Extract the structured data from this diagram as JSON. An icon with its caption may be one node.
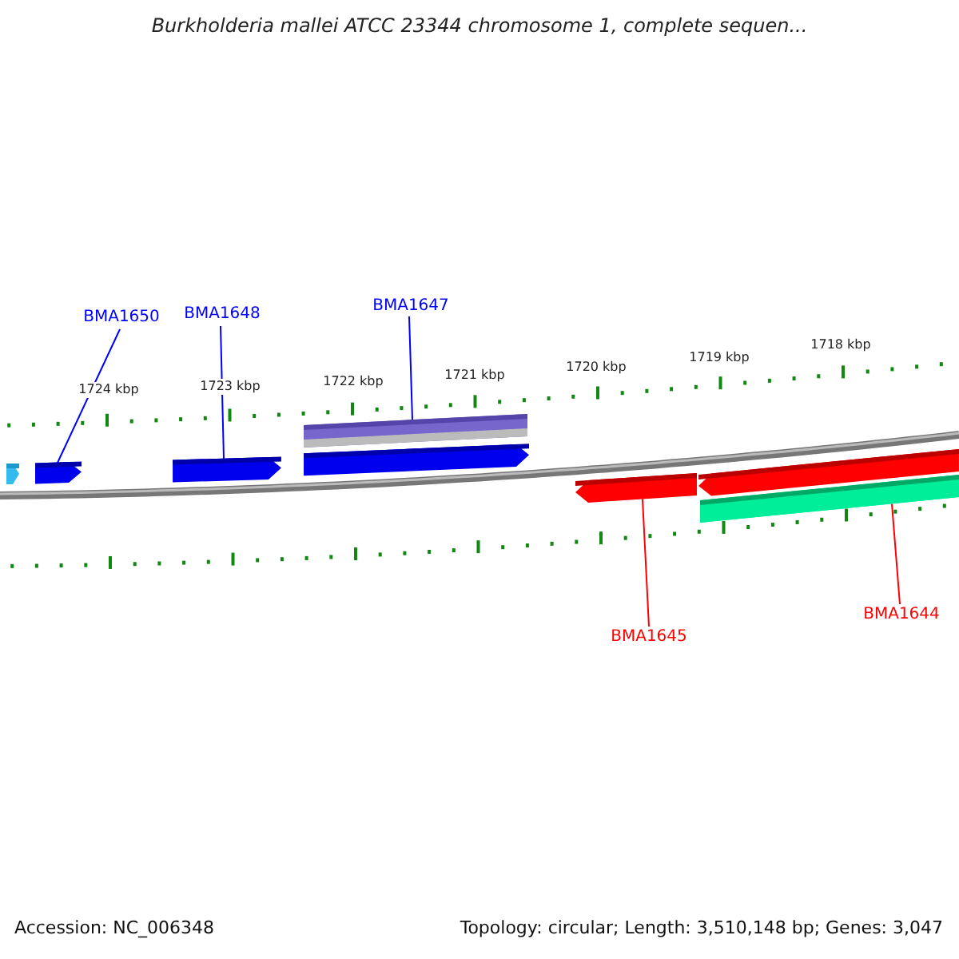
{
  "diagram": {
    "title": "Burkholderia mallei ATCC 23344 chromosome 1, complete sequen...",
    "nodes": [
      {
        "text": [
          "BMA1650"
        ]
      },
      {
        "text": [
          "BMA1648"
        ]
      },
      {
        "text": [
          "BMA1647"
        ]
      },
      {
        "text": [
          "BMA1645"
        ]
      },
      {
        "text": [
          "BMA1644"
        ]
      },
      {
        "text": [],
        "shape": "arrow"
      },
      {
        "text": [],
        "shape": "arrow"
      },
      {
        "text": [],
        "shape": "arrow"
      },
      {
        "text": [],
        "shape": "bar"
      },
      {
        "text": [],
        "shape": "arrow"
      },
      {
        "text": [],
        "shape": "arrow"
      },
      {
        "text": [],
        "shape": "arrow"
      },
      {
        "text": [],
        "shape": "bar"
      }
    ],
    "edges": [
      {
        "from": 0,
        "to": 6,
        "arrow": "none"
      },
      {
        "from": 1,
        "to": 7,
        "arrow": "none"
      },
      {
        "from": 2,
        "to": 8,
        "arrow": "none"
      },
      {
        "from": 3,
        "to": 10,
        "arrow": "none",
        "color": "#ff0000"
      },
      {
        "from": 4,
        "to": 12,
        "arrow": "none",
        "color": "#ff0000"
      }
    ],
    "labels": [
      "1724 kbp",
      "1723 kbp",
      "1722 kbp",
      "1721 kbp",
      "1720 kbp",
      "1719 kbp",
      "1718 kbp",
      "Accession: NC_006348",
      "Topology: circular; Length: 3,510,148 bp; Genes: 3,047"
    ]
  }
}
